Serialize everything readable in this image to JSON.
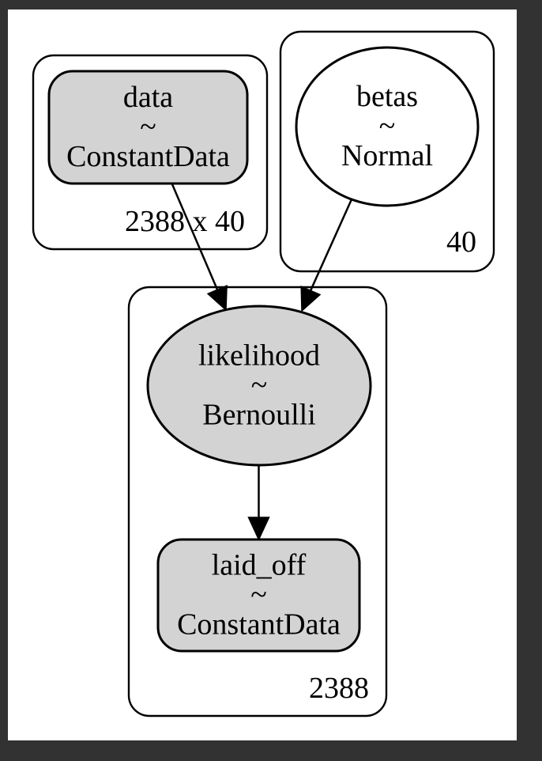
{
  "colors": {
    "frame": "#323232",
    "canvas": "#ffffff",
    "node_fill": "#d3d3d3",
    "white_fill": "#ffffff",
    "stroke": "#000000"
  },
  "nodes": {
    "data": {
      "name": "data",
      "op": "~",
      "dist": "ConstantData"
    },
    "betas": {
      "name": "betas",
      "op": "~",
      "dist": "Normal"
    },
    "likelihood": {
      "name": "likelihood",
      "op": "~",
      "dist": "Bernoulli"
    },
    "laid_off": {
      "name": "laid_off",
      "op": "~",
      "dist": "ConstantData"
    }
  },
  "plates": {
    "data_plate": {
      "label": "2388 x 40"
    },
    "betas_plate": {
      "label": "40"
    },
    "likelihood_plate": {
      "label": "2388"
    }
  },
  "edges": [
    {
      "from": "data",
      "to": "likelihood"
    },
    {
      "from": "betas",
      "to": "likelihood"
    },
    {
      "from": "likelihood",
      "to": "laid_off"
    }
  ]
}
